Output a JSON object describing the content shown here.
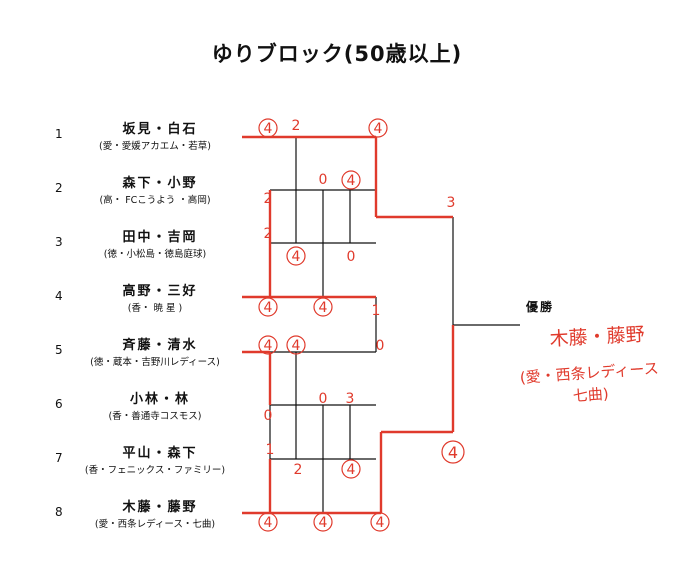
{
  "title": "ゆりブロック(50歳以上)",
  "entries": [
    {
      "num": "1",
      "pair": "坂見・白石",
      "club": "(愛・愛媛アカエム・若草)"
    },
    {
      "num": "2",
      "pair": "森下・小野",
      "club": "(高・ FCこうよう ・高岡)"
    },
    {
      "num": "3",
      "pair": "田中・吉岡",
      "club": "(徳・小松島・徳島庭球)"
    },
    {
      "num": "4",
      "pair": "高野・三好",
      "club": "(香・ 暁 星 )"
    },
    {
      "num": "5",
      "pair": "斉藤・清水",
      "club": "(徳・蔵本・吉野川レディース)"
    },
    {
      "num": "6",
      "pair": "小林・林",
      "club": "(香・善通寺コスモス)"
    },
    {
      "num": "7",
      "pair": "平山・森下",
      "club": "(香・フェニックス・ファミリー)"
    },
    {
      "num": "8",
      "pair": "木藤・藤野",
      "club": "(愛・西条レディース・七曲)"
    }
  ],
  "scores": {
    "s1": "4",
    "s2": "2",
    "s3": "4",
    "s4": "2",
    "s5": "0",
    "s6": "4",
    "s7": "2",
    "s8": "4",
    "s9": "0",
    "s10": "4",
    "s11": "4",
    "s12": "1",
    "s13": "3",
    "s14": "4",
    "s15": "4",
    "s16": "0",
    "s17": "0",
    "s18": "0",
    "s19": "3",
    "s20": "1",
    "s21": "2",
    "s22": "4",
    "s23": "4",
    "s24": "4",
    "s25": "4",
    "s26": "4"
  },
  "winner": {
    "label": "優勝",
    "names": "木藤・藤野",
    "club_line1": "(愛・西条レディース",
    "club_line2": "七曲)"
  },
  "colors": {
    "ink": "#111111",
    "red": "#e03a2c"
  }
}
